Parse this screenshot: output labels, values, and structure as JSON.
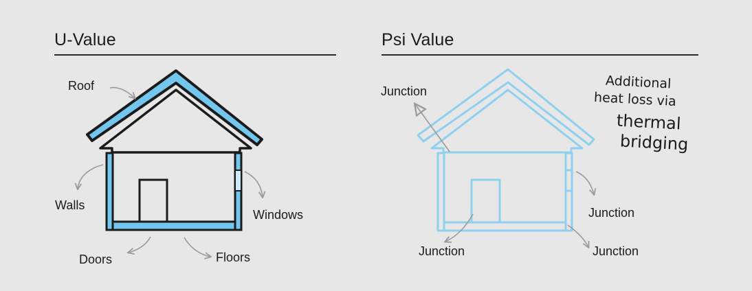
{
  "colors": {
    "accent_blue": "#73c6ee",
    "light_blue": "#9fd7f2",
    "outline": "#1b1b1b",
    "arrow_grey": "#9a9a9a",
    "background": "#e6e7e6"
  },
  "u_value": {
    "title": "U-Value",
    "labels": {
      "roof": "Roof",
      "walls": "Walls",
      "windows": "Windows",
      "doors": "Doors",
      "floors": "Floors"
    }
  },
  "psi_value": {
    "title": "Psi Value",
    "junction_roof": "Junction",
    "junction_window": "Junction",
    "junction_floor_left": "Junction",
    "junction_floor_right": "Junction",
    "note": {
      "line1": "Additional",
      "line2": "heat loss via",
      "line3": "thermal",
      "line4": "bridging"
    }
  },
  "icons": [
    "house-outline-icon",
    "house-junctions-icon",
    "arrow-icon"
  ]
}
